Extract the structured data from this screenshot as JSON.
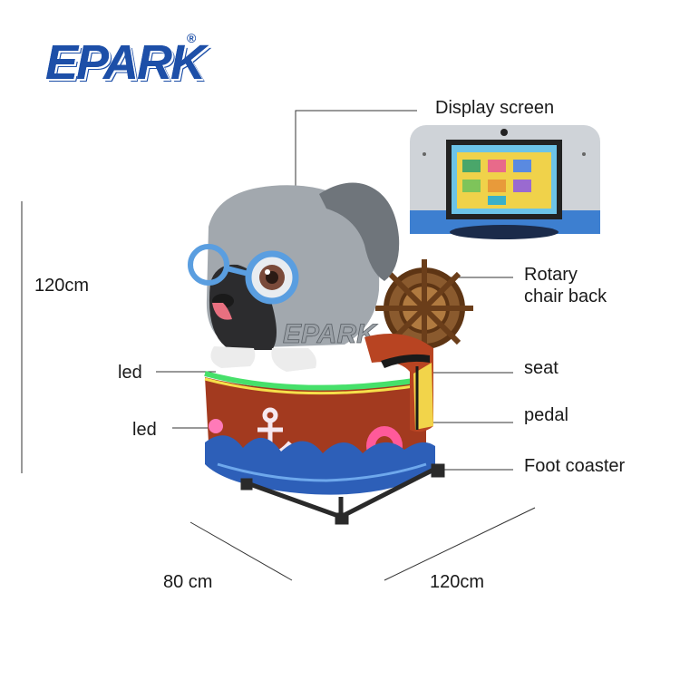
{
  "brand": {
    "logo_text": "EPARK",
    "registered_mark": "®"
  },
  "labels": {
    "display_screen": "Display screen",
    "rotary_line1": "Rotary",
    "rotary_line2": "chair back",
    "seat": "seat",
    "pedal": "pedal",
    "foot_coaster": "Foot coaster",
    "led_top": "led",
    "led_bottom": "led"
  },
  "dimensions": {
    "height": "120cm",
    "depth": "80 cm",
    "width": "120cm"
  },
  "colors": {
    "brand_blue": "#1d4fa8",
    "dog_grey": "#8f959c",
    "boat_red": "#a33a1f",
    "wave_blue": "#2d5fb8",
    "wheel_brown": "#7a4a22"
  }
}
